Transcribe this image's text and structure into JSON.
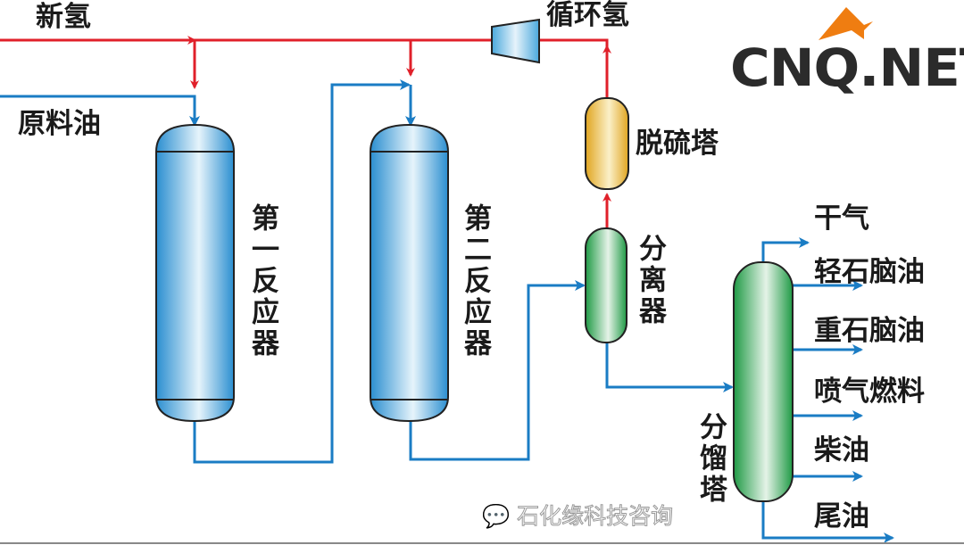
{
  "labels": {
    "new_hydrogen": "新氢",
    "feed_oil": "原料油",
    "recycle_hydrogen": "循环氢",
    "desulfurizer": "脱硫塔",
    "reactor_1": "第一反应器",
    "reactor_2": "第二反应器",
    "separator": "分离器",
    "fractionator": "分馏塔",
    "products": [
      "干气",
      "轻石脑油",
      "重石脑油",
      "喷气燃料",
      "柴油",
      "尾油"
    ]
  },
  "logo": {
    "text": "CNQ.NET",
    "color": "#2b2b2b",
    "accent": "#ef7d11"
  },
  "watermark": "石化缘科技咨询",
  "colors": {
    "hydrogen_line": "#e0202a",
    "oil_line": "#1a7cc4",
    "reactor": "#5bb8e6",
    "separator": "#3daa5a",
    "desulfurizer": "#e8b93a"
  }
}
